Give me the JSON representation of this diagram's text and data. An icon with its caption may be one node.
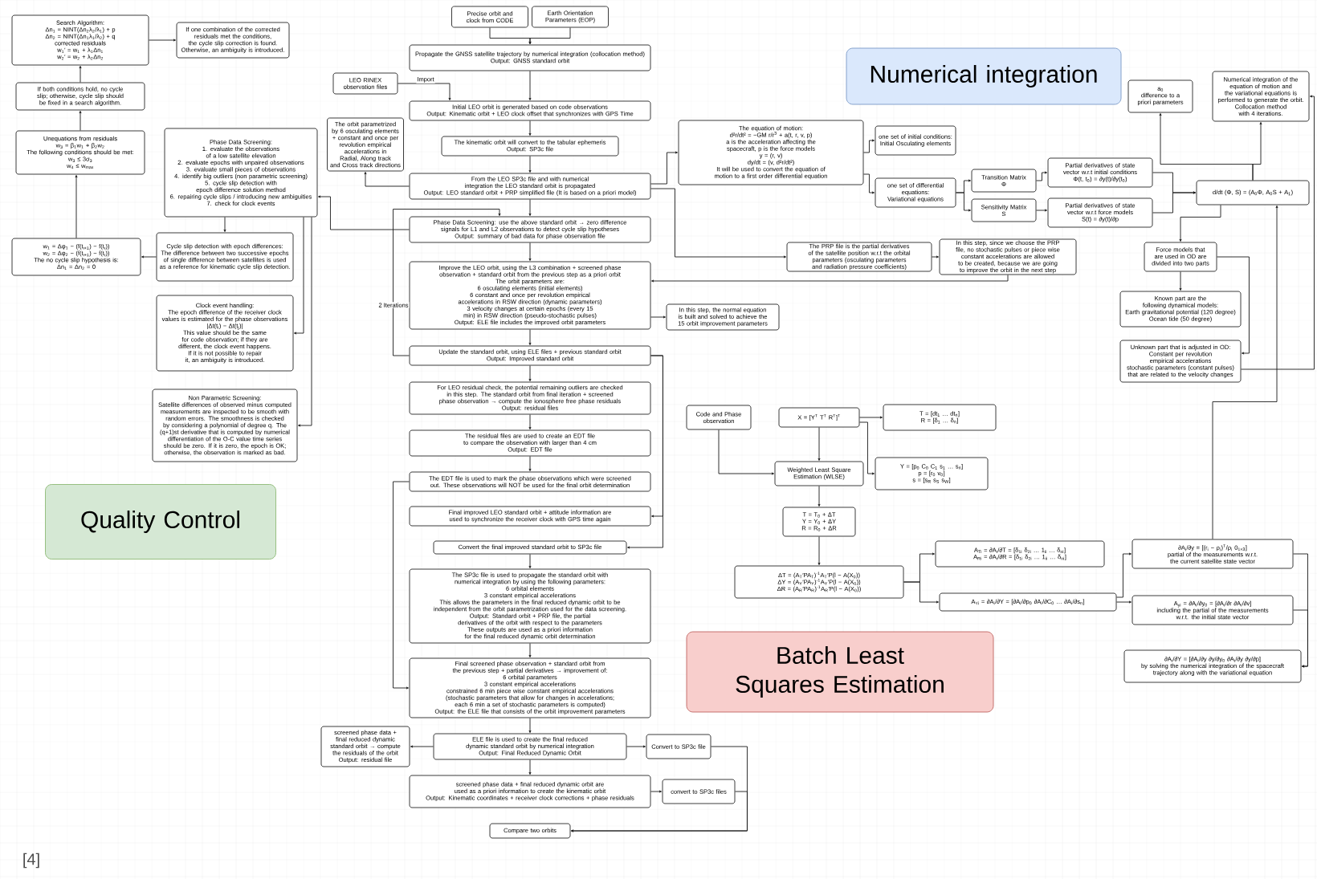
{
  "diagram": {
    "nodes": [
      {
        "text": [
          "Search Algorithm:",
          "Δn$_{1}$ = NINT(Δn$_{2}$λ$_{2}$/λ$_{1}$) + p",
          "Δn$_{2}$ = NINT(Δn$_{1}$λ$_{1}$/λ$_{2}$) + q",
          "corrected residuals",
          "w$_{1}$′ = w$_{1}$ + λ$_{1}$Δn$_{1}$",
          "w$_{2}$′ = w$_{2}$ + λ$_{2}$Δn$_{2}$"
        ]
      },
      {
        "text": [
          "If one combination of the corrected residuals met the conditions, the cycle slip correction is found. Otherwise, an ambiguity is introduced."
        ]
      },
      {
        "text": [
          "If both conditions hold, no cycle slip; otherwise, cycle slip should be fixed in a search algorithm."
        ]
      },
      {
        "text": [
          "Unequations from residuals",
          "w$_{3}$ = β$_{1}$w$_{1}$ + β$_{2}$w$_{2}$",
          "The following conditions should be met:",
          "w$_{3}$ ≤ 3σ$_{3}$",
          "w$_{4}$ ≤ w$_{max}$"
        ]
      },
      {
        "text": [
          "Phase Data Screening:",
          "1. evaluate the observations of a low satellite elevation",
          "2. evaluate epochs with unpaired observations",
          "3. evaluate small pieces of observations",
          "4. identify big outliers (non parametric screening)",
          "5. cycle slip detection with epoch difference solution method",
          "6. repairing cycle slips / introducing new ambiguities",
          "7. check for clock events"
        ]
      },
      {
        "text": [
          "w$_{1}$ = Δφ$_{1}$ − (f(t$_{i+1}$) − f(t$_{i}$))",
          "w$_{2}$ = Δφ$_{2}$ − (f(t$_{i+1}$) − f(t$_{i}$))",
          "The no cycle slip hypothesis is:",
          "Δn$_{1}$ = Δn$_{2}$ = 0"
        ]
      },
      {
        "text": [
          "Cycle slip detection with epoch differences:",
          "The difference between two successive epochs of single difference between satellites is used as a reference for kinematic cycle slip detection."
        ]
      },
      {
        "text": [
          "Clock event handling:",
          "The epoch difference of the receiver clock values is estimated for the phase observations",
          "|Δt(t$_{i}$) − Δt(t$_{j}$)|",
          "This value should be the same for code observation; if they are different, the clock event happens.",
          "If it is not possible to repair it, an ambiguity is introduced."
        ]
      },
      {
        "text": [
          "Non Parametric Screening:",
          "Satellite differences of observed minus computed measurements are inspected to be smooth with random errors. The smoothness is checked by considering a polynomial of degree q. The (q+1)st derivative that is computed by numerical differentiation of the O-C value time series should be zero. If it is zero, the epoch is OK; otherwise, the observation is marked as bad."
        ]
      },
      {
        "text": [
          "Quality Control"
        ]
      },
      {
        "text": [
          "Precise orbit and clock from CODE"
        ]
      },
      {
        "text": [
          "Earth Orientation Parameters (EOP)"
        ]
      },
      {
        "text": [
          "Propagate the GNSS satellite trajectory by numerical integration (collocation method)",
          "Output: GNSS standard orbit"
        ]
      },
      {
        "text": [
          "LEO RINEX observation files"
        ]
      },
      {
        "text": [
          "Initial LEO orbit is generated based on code observations",
          "Output: Kinematic orbit + LEO clock offset that synchronizes with GPS Time"
        ]
      },
      {
        "text": [
          "The kinematic orbit will convert to the tabular ephemeris",
          "Output: SP3c file"
        ]
      },
      {
        "text": [
          "From the LEO SP3c file and with numerical integration the LEO standard orbit is propagated",
          "Output: LEO standard orbit + PRP simplified file (It is based on a priori model)"
        ]
      },
      {
        "text": [
          "The orbit parametrized by 6 osculating elements + constant and once per revolution empirical accelerations in Radial, Along track and Cross track directions"
        ]
      },
      {
        "text": [
          "Phase Data Screening: use the above standard orbit → zero difference signals for L1 and L2 observations to detect cycle slip hypotheses",
          "Output: summary of bad data for phase observation file"
        ]
      },
      {
        "text": [
          "Improve the LEO orbit, using the L3 combination + screened phase observation + standard orbit from the previous step as a priori orbit",
          "The orbit parameters are:",
          "6 osculating elements (initial elements)",
          "6 constant and once per revolution empirical accelerations in RSW direction (dynamic parameters)",
          "3 velocity changes at certain epochs (every 15 min) in RSW direction (pseudo-stochastic pulses)",
          "Output: ELE file includes the improved orbit parameters"
        ]
      },
      {
        "text": [
          "In this step, the normal equation is built and solved to achieve the 15 orbit improvement parameters"
        ]
      },
      {
        "text": [
          "Update the standard orbit, using ELE files + previous standard orbit",
          "Output: Improved standard orbit"
        ]
      },
      {
        "text": [
          "For LEO residual check, the potential remaining outliers are checked in this step. The standard orbit from final iteration + screened phase observation → compute the ionosphere free phase residuals",
          "Output: residual files"
        ]
      },
      {
        "text": [
          "The residual files are used to create an EDT file to compare the observation with larger than 4 cm",
          "Output: EDT file"
        ]
      },
      {
        "text": [
          "The EDT file is used to mark the phase observations which were screened out. These observations will NOT be used for the final orbit determination"
        ]
      },
      {
        "text": [
          "Final improved LEO standard orbit + attitude information are used to synchronize the receiver clock with GPS time again"
        ]
      },
      {
        "text": [
          "Convert the final improved standard orbit to SP3c file"
        ]
      },
      {
        "text": [
          "The SP3c file is used to propagate the standard orbit with numerical integration by using the following parameters:",
          "6 orbital elements",
          "3 constant empirical accelerations",
          "This allows the parameters in the final reduced dynamic orbit to be independent from the orbit parametrization used for the data screening.",
          "Output: Standard orbit + PRP file, the partial derivatives of the orbit with respect to the parameters",
          "These outputs are used as a priori information for the final reduced dynamic orbit determination"
        ]
      },
      {
        "text": [
          "Final screened phase observation + standard orbit from the previous step + partial derivatives → improvement of:",
          "6 orbital parameters",
          "3 constant empirical accelerations",
          "constrained 6 min piece wise constant empirical accelerations (stochastic parameters that allow for changes in accelerations; each 6 min a set of stochastic parameters is computed)",
          "Output: the ELE file that consists of the orbit improvement parameters"
        ]
      },
      {
        "text": [
          "ELE file is used to create the final reduced dynamic standard orbit by numerical integration",
          "Output: Final Reduced Dynamic Orbit"
        ]
      },
      {
        "text": [
          "screened phase data + final reduced dynamic standard orbit → compute the residuals of the orbit",
          "Output: residual file"
        ]
      },
      {
        "text": [
          "Convert to SP3c file"
        ]
      },
      {
        "text": [
          "screened phase data + final reduced dynamic orbit are used as a priori information to create the kinematic orbit",
          "Output: Kinematic coordinates + receiver clock corrections + phase residuals"
        ]
      },
      {
        "text": [
          "convert to SP3c files"
        ]
      },
      {
        "text": [
          "Compare two orbits"
        ]
      },
      {
        "text": [
          "Numerical integration"
        ]
      },
      {
        "text": [
          "The equation of motion:",
          "d²r/dt² = −GM r/r$^{3}$ + a(t, r, v, p)",
          "a is the acceleration affecting the spacecraft, p is the force models",
          "y = (r, v)",
          "dy/dt = (v, d²r/dt²)",
          "It will be used to convert the equation of motion to a first order differential equation"
        ]
      },
      {
        "text": [
          "one set of initial conditions:",
          "Initial Osculating elements"
        ]
      },
      {
        "text": [
          "one set of differential equations:",
          "Variational equations"
        ]
      },
      {
        "text": [
          "Transition Matrix",
          "Φ"
        ]
      },
      {
        "text": [
          "Sensitivity Matrix",
          "S"
        ]
      },
      {
        "text": [
          "Partial derivatives of state vector w.r.t initial conditions",
          "Φ(t, t$_{0}$) = ∂y(t)/∂y(t$_{0}$)"
        ]
      },
      {
        "text": [
          "Partial derivatives of state vector w.r.t force models",
          "S(t) = ∂y(t)/∂p"
        ]
      },
      {
        "text": [
          "d/dt (Φ, S) = (A$_{0}$Φ, A$_{0}$S + A$_{1}$)"
        ]
      },
      {
        "text": [
          "a$_{0}$",
          "difference to a priori parameters"
        ]
      },
      {
        "text": [
          "Numerical integration of the equation of motion and the variational equations is performed to generate the orbit.",
          "Collocation method with 4 iterations."
        ]
      },
      {
        "text": [
          "Force models that are used in OD are divided into two parts"
        ]
      },
      {
        "text": [
          "Known part are the following dynamical models:",
          "Earth gravitational potential (120 degree)",
          "Ocean tide (50 degree)"
        ]
      },
      {
        "text": [
          "Unknown part that is adjusted in OD:",
          "Constant per revolution empirical accelerations",
          "stochastic parameters (constant pulses) that are related to the velocity changes"
        ]
      },
      {
        "text": [
          "The PRP file is the partial derivatives of the satellite position w.r.t the orbital parameters (osculating parameters and radiation pressure coefficients)"
        ]
      },
      {
        "text": [
          "In this step, since we choose the PRP file, no stochastic pulses or piece wise constant accelerations are allowed to be created, because we are going to improve the orbit in the next step"
        ]
      },
      {
        "text": [
          "Code and Phase observation"
        ]
      },
      {
        "text": [
          "X = [Y$^{T}$ T$^{T}$ R$^{T}$]$^{T}$"
        ]
      },
      {
        "text": [
          "T = [dt$_{1}$ … dt$_{n}$]",
          "R = [δ$_{1}$ … δ$_{n}$]"
        ]
      },
      {
        "text": [
          "Y = [p$_{0}$ C$_{0}$ C$_{1}$ s$_{1}$ … s$_{n}$]",
          "p = [r$_{0}$ v$_{0}$]",
          "s = [s$_{R}$ s$_{S}$ s$_{W}$]"
        ]
      },
      {
        "text": [
          "Weighted Least Square Estimation (WLSE)"
        ]
      },
      {
        "text": [
          "T = T$_{0}$ + ΔT",
          "Y = Y$_{0}$ + ΔY",
          "R = R$_{0}$ + ΔR"
        ]
      },
      {
        "text": [
          "ΔT = (A$_{T}$′PA$_{T}$)$^{-1}$A$_{T}$′P(l − A(X$_{0}$))",
          "ΔY = (A$_{Y}$′PA$_{Y}$)$^{-1}$A$_{Y}$′P(l − A(X$_{0}$))",
          "ΔR = (A$_{R}$′PA$_{R}$)$^{-1}$A$_{R}$′P(l − A(X$_{0}$))"
        ]
      },
      {
        "text": [
          "A$_{Ti}$ = ∂A$_{i}$/∂T = [δ$_{1i}$ δ$_{2i}$ … 1$_{ii}$ … δ$_{ni}$]",
          "A$_{Ri}$ = ∂A$_{i}$/∂R = [δ$_{1i}$ δ$_{2i}$ … 1$_{ii}$ … δ$_{ni}$]"
        ]
      },
      {
        "text": [
          "A$_{Yi}$ = ∂A$_{i}$/∂Y = [∂A$_{i}$/∂p$_{0}$ ∂A$_{i}$/∂C$_{0}$ … ∂A$_{i}$/∂s$_{n}$]"
        ]
      },
      {
        "text": [
          "∂A$_{i}$/∂y = [(r$_{i}$ − ρ$_{i}$)$^{T}$/ρ$_{i}$ 0$_{1×3}$]",
          "partial of the measurements w.r.t. the current satellite state vector"
        ]
      },
      {
        "text": [
          "A$_{yi}$ = ∂A$_{i}$/∂y$_{0}$ = [∂A$_{i}$/∂r ∂A$_{i}$/∂v]",
          "including the partial of the measurements w.r.t. the initial state vector"
        ]
      },
      {
        "text": [
          "∂A$_{i}$/∂Y = [∂A$_{i}$/∂y ∂y/∂y$_{0}$ ∂A$_{i}$/∂y ∂y/∂p]",
          "by solving the numerical integration of the spacecraft trajectory along with the variational equation"
        ]
      },
      {
        "text": [
          "Batch Least Squares Estimation"
        ]
      }
    ],
    "edges": [
      {
        "from": 2,
        "to": 0,
        "arrow": "to"
      },
      {
        "from": 3,
        "to": 2,
        "arrow": "to"
      },
      {
        "from": 5,
        "to": 3,
        "arrow": "to"
      },
      {
        "from": 6,
        "to": 5,
        "arrow": "to"
      },
      {
        "from": 4,
        "to": 6,
        "arrow": "to"
      },
      {
        "from": 4,
        "to": 7,
        "arrow": "to"
      },
      {
        "from": 4,
        "to": 8,
        "arrow": "to"
      },
      {
        "from": 0,
        "to": 1,
        "arrow": "to"
      },
      {
        "from": 18,
        "to": 4,
        "arrow": "to"
      },
      {
        "from": 10,
        "to": 12,
        "arrow": "to"
      },
      {
        "from": 11,
        "to": 12,
        "arrow": "to"
      },
      {
        "from": 13,
        "to": 14,
        "arrow": "to",
        "label": "Import"
      },
      {
        "from": 12,
        "to": 14,
        "arrow": "to"
      },
      {
        "from": 14,
        "to": 15,
        "arrow": "to"
      },
      {
        "from": 15,
        "to": 16,
        "arrow": "to"
      },
      {
        "from": 16,
        "to": 17,
        "arrow": "to"
      },
      {
        "from": 16,
        "to": 18,
        "arrow": "to"
      },
      {
        "from": 16,
        "to": 36,
        "arrow": "to"
      },
      {
        "from": 16,
        "to": 49,
        "arrow": "to"
      },
      {
        "from": 18,
        "to": 19,
        "arrow": "to"
      },
      {
        "from": 50,
        "to": 19,
        "arrow": "to"
      },
      {
        "from": 19,
        "to": 20,
        "arrow": "to"
      },
      {
        "from": 19,
        "to": 21,
        "arrow": "to"
      },
      {
        "from": 21,
        "to": 18,
        "arrow": "to",
        "label": "2 Iterations"
      },
      {
        "from": 21,
        "to": 22,
        "arrow": "to"
      },
      {
        "from": 22,
        "to": 23,
        "arrow": "to"
      },
      {
        "from": 23,
        "to": 24,
        "arrow": "to"
      },
      {
        "from": 21,
        "to": 25,
        "arrow": "to"
      },
      {
        "from": 21,
        "to": 26,
        "arrow": "to"
      },
      {
        "from": 24,
        "to": 28,
        "arrow": "to"
      },
      {
        "from": 26,
        "to": 27,
        "arrow": "to"
      },
      {
        "from": 27,
        "to": 28,
        "arrow": "to"
      },
      {
        "from": 28,
        "to": 29,
        "arrow": "to"
      },
      {
        "from": 29,
        "to": 30,
        "arrow": "to"
      },
      {
        "from": 29,
        "to": 31,
        "arrow": "to"
      },
      {
        "from": 29,
        "to": 32,
        "arrow": "to"
      },
      {
        "from": 32,
        "to": 33,
        "arrow": "to"
      },
      {
        "from": 31,
        "to": 34,
        "arrow": "to"
      },
      {
        "from": 33,
        "to": 34,
        "arrow": "to"
      },
      {
        "from": 36,
        "to": 37,
        "arrow": "to"
      },
      {
        "from": 36,
        "to": 38,
        "arrow": "to"
      },
      {
        "from": 38,
        "to": 39,
        "arrow": "to"
      },
      {
        "from": 38,
        "to": 40,
        "arrow": "to"
      },
      {
        "from": 39,
        "to": 41,
        "arrow": "to"
      },
      {
        "from": 40,
        "to": 42,
        "arrow": "to"
      },
      {
        "from": 41,
        "to": 43,
        "arrow": "to"
      },
      {
        "from": 42,
        "to": 43,
        "arrow": "to"
      },
      {
        "from": 43,
        "to": 44,
        "arrow": "to"
      },
      {
        "from": 43,
        "to": 45,
        "arrow": "to"
      },
      {
        "from": 43,
        "to": 46,
        "arrow": "to"
      },
      {
        "from": 46,
        "to": 47,
        "arrow": "to"
      },
      {
        "from": 46,
        "to": 48,
        "arrow": "to"
      },
      {
        "from": 48,
        "to": 45,
        "arrow": "to"
      },
      {
        "from": 49,
        "to": 50,
        "arrow": "to"
      },
      {
        "from": 60,
        "to": 43,
        "arrow": "to"
      },
      {
        "from": 51,
        "to": 55,
        "arrow": "to"
      },
      {
        "from": 52,
        "to": 53,
        "arrow": "to"
      },
      {
        "from": 52,
        "to": 54,
        "arrow": "to"
      },
      {
        "from": 52,
        "to": 55,
        "arrow": "to"
      },
      {
        "from": 55,
        "to": 56,
        "arrow": "to"
      },
      {
        "from": 56,
        "to": 57,
        "arrow": "to"
      },
      {
        "from": 57,
        "to": 58,
        "arrow": "to"
      },
      {
        "from": 57,
        "to": 59,
        "arrow": "to"
      },
      {
        "from": 59,
        "to": 60,
        "arrow": "to"
      },
      {
        "from": 59,
        "to": 61,
        "arrow": "to"
      },
      {
        "from": 60,
        "to": 62,
        "arrow": "to"
      },
      {
        "from": 61,
        "to": 62,
        "arrow": "to"
      }
    ],
    "labels": [
      "[4]"
    ]
  }
}
